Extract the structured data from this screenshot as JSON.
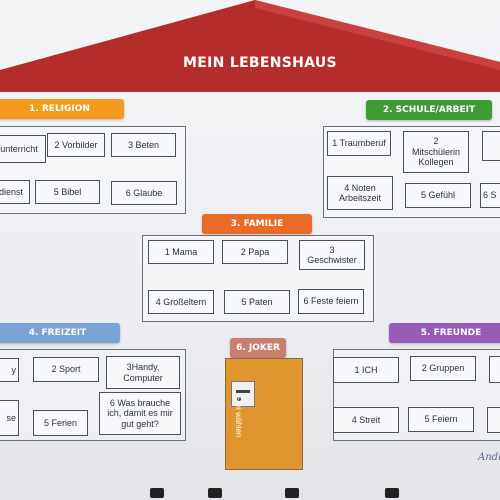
{
  "title": "MEIN LEBENSHAUS",
  "colors": {
    "roof": "#b52d2b",
    "religion": "#f39a1f",
    "schule": "#3f9b35",
    "familie": "#ea6a28",
    "freizeit": "#7aa3d6",
    "joker": "#c97f70",
    "freunde": "#9a5bb8",
    "door": "#e0962e"
  },
  "sections": {
    "religion": {
      "label": "1.   RELIGION",
      "cells": [
        "unterricht",
        "2 Vorbilder",
        "3 Beten",
        "dienst",
        "5 Bibel",
        "6 Glaube"
      ]
    },
    "schule": {
      "label": "2. SCHULE/ARBEIT",
      "cells": [
        "1 Traumberuf",
        "2\nMitschülerin\nKollegen",
        "4 Noten\nArbeitszeit",
        "5 Gefühl",
        "6 S"
      ]
    },
    "familie": {
      "label": "3. FAMILIE",
      "cells": [
        "1 Mama",
        "2 Papa",
        "3\nGeschwister",
        "4 Großeltern",
        "5 Paten",
        "6 Feste feiern"
      ]
    },
    "freizeit": {
      "label": "4. FREIZEIT",
      "cells": [
        "y",
        "2 Sport",
        "3Handy,\nComputer",
        "se",
        "5 Ferien",
        "6 Was brauche\nich, damit es mir\ngut geht?"
      ]
    },
    "joker": {
      "label": "6. JOKER",
      "door_text": "Frei wählen"
    },
    "freunde": {
      "label": "5. FREUNDE",
      "cells": [
        "1 ICH",
        "2 Gruppen",
        "4 Streit",
        "5 Feiern"
      ]
    }
  },
  "signature": "Andi"
}
